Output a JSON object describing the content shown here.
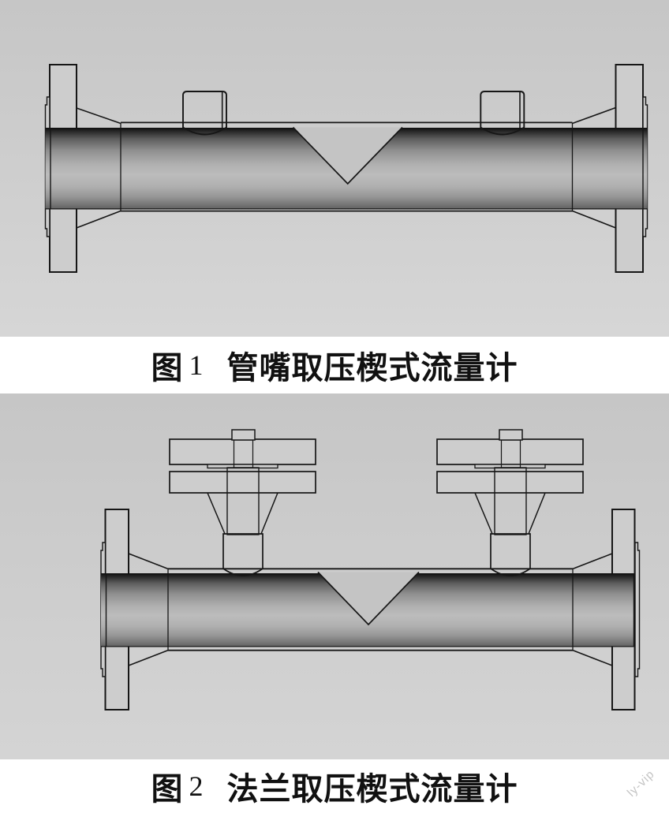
{
  "figure1": {
    "caption_prefix": "图",
    "caption_number": "1",
    "caption_title": "管嘴取压楔式流量计"
  },
  "figure2": {
    "caption_prefix": "图",
    "caption_number": "2",
    "caption_title": "法兰取压楔式流量计"
  },
  "watermark": {
    "text": "ly-vip"
  },
  "colors": {
    "page-bg": "#ffffff",
    "panel-top": "#c6c6c6",
    "panel-bottom": "#d6d6d6",
    "ink": "#161616",
    "flange-fill": "#cdcdcd",
    "wedge-fill": "#c4c4c4",
    "caption-ink": "#111111",
    "watermark": "#c3c3c3"
  }
}
